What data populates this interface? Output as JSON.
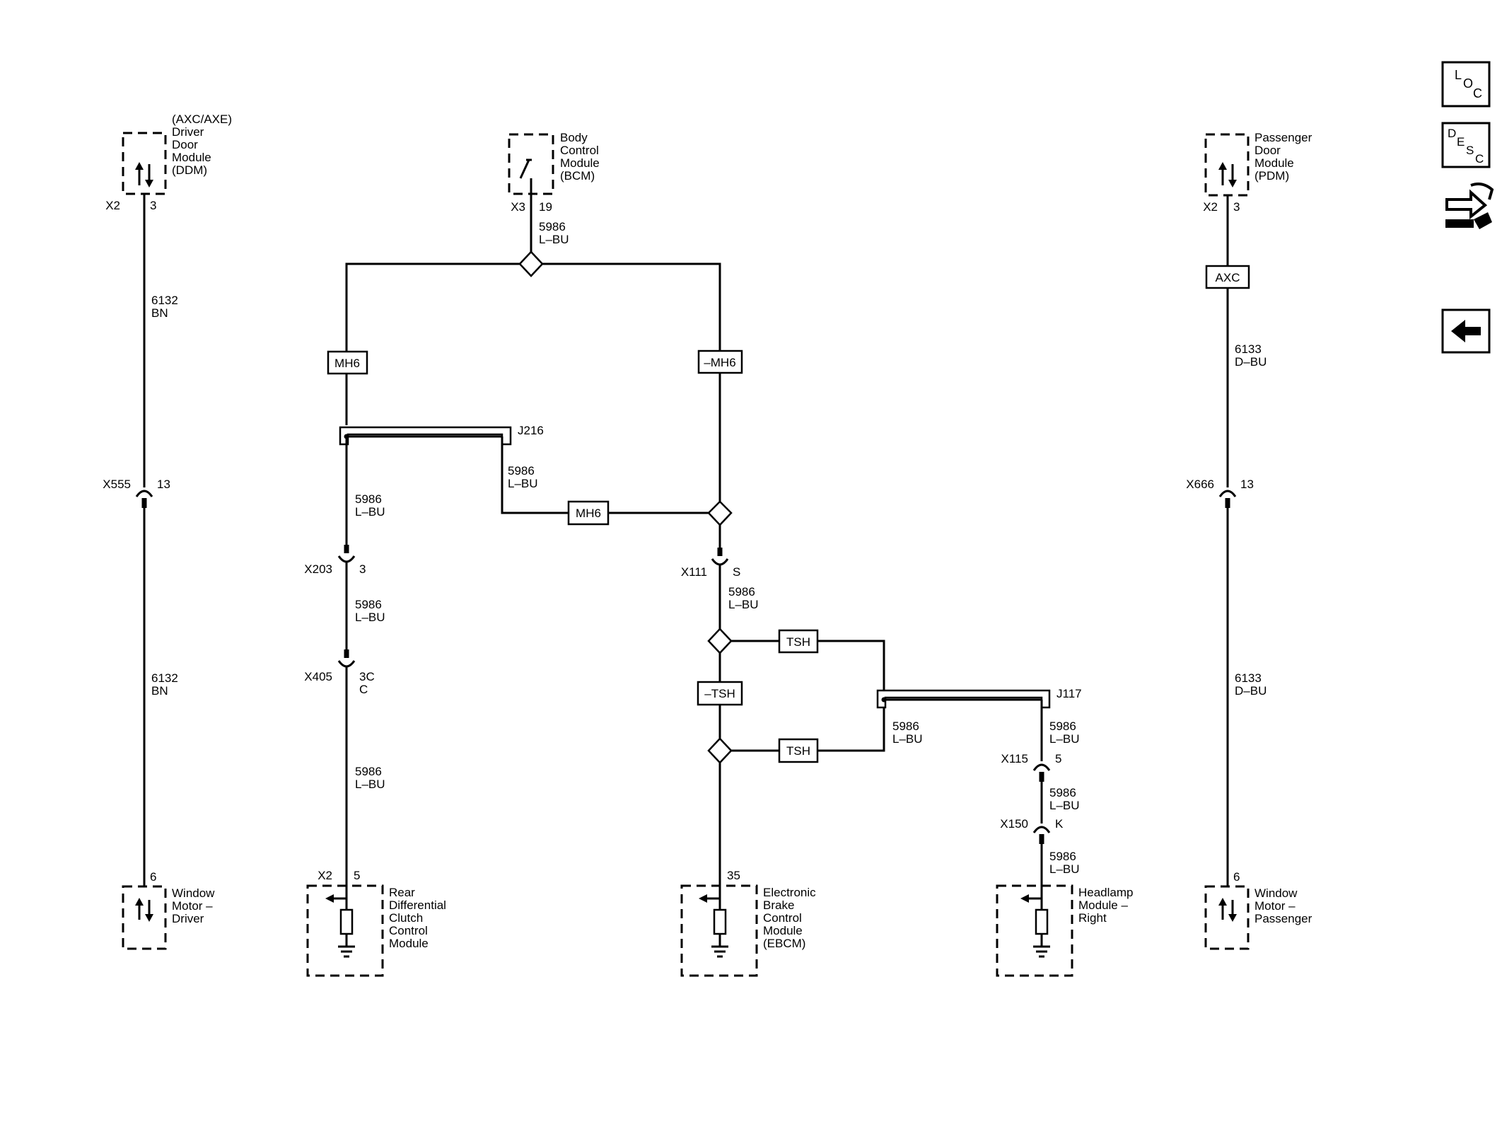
{
  "modules": {
    "ddm": {
      "lines": [
        "(AXC/AXE)",
        "Driver",
        "Door",
        "Module",
        "(DDM)"
      ],
      "connector": "X2",
      "pin": "3"
    },
    "bcm": {
      "lines": [
        "Body",
        "Control",
        "Module",
        "(BCM)"
      ],
      "connector": "X3",
      "pin": "19"
    },
    "pdm": {
      "lines": [
        "Passenger",
        "Door",
        "Module",
        "(PDM)"
      ],
      "connector": "X2",
      "pin": "3"
    },
    "wmd": {
      "lines": [
        "Window",
        "Motor –",
        "Driver"
      ],
      "pin": "6"
    },
    "rdccm": {
      "lines": [
        "Rear",
        "Differential",
        "Clutch",
        "Control",
        "Module"
      ],
      "connector": "X2",
      "pin": "5"
    },
    "ebcm": {
      "lines": [
        "Electronic",
        "Brake",
        "Control",
        "Module",
        "(EBCM)"
      ],
      "pin": "35"
    },
    "hlm": {
      "lines": [
        "Headlamp",
        "Module –",
        "Right"
      ]
    },
    "wmp": {
      "lines": [
        "Window",
        "Motor –",
        "Passenger"
      ],
      "pin": "6"
    }
  },
  "wires": {
    "w6132a": [
      "6132",
      "BN"
    ],
    "w6132b": [
      "6132",
      "BN"
    ],
    "w5986_bcm": [
      "5986",
      "L–BU"
    ],
    "w5986_j216": [
      "5986",
      "L–BU"
    ],
    "w5986_left1": [
      "5986",
      "L–BU"
    ],
    "w5986_left2": [
      "5986",
      "L–BU"
    ],
    "w5986_left3": [
      "5986",
      "L–BU"
    ],
    "w5986_x111": [
      "5986",
      "L–BU"
    ],
    "w5986_j117a": [
      "5986",
      "L–BU"
    ],
    "w5986_j117b": [
      "5986",
      "L–BU"
    ],
    "w5986_x115": [
      "5986",
      "L–BU"
    ],
    "w5986_x150": [
      "5986",
      "L–BU"
    ],
    "w6133a": [
      "6133",
      "D–BU"
    ],
    "w6133b": [
      "6133",
      "D–BU"
    ]
  },
  "connectors": {
    "x555": {
      "name": "X555",
      "pin": "13"
    },
    "x203": {
      "name": "X203",
      "pin": "3"
    },
    "x405": {
      "name": "X405",
      "pin": "3C",
      "pin2": "C"
    },
    "x111": {
      "name": "X111",
      "pin": "S"
    },
    "x115": {
      "name": "X115",
      "pin": "5"
    },
    "x150": {
      "name": "X150",
      "pin": "K"
    },
    "x666": {
      "name": "X666",
      "pin": "13"
    }
  },
  "options": {
    "mh6_left": "MH6",
    "mh6_not": "–MH6",
    "mh6_mid": "MH6",
    "tsh_top": "TSH",
    "tsh_not": "–TSH",
    "tsh_bot": "TSH",
    "axc": "AXC"
  },
  "splices": {
    "j216": "J216",
    "j117": "J117"
  },
  "nav": {
    "loc": [
      "L",
      "O",
      "C"
    ],
    "desc": [
      "D",
      "E",
      "S",
      "C"
    ],
    "icons": [
      "connector-end-view-icon",
      "back-arrow-icon"
    ]
  }
}
